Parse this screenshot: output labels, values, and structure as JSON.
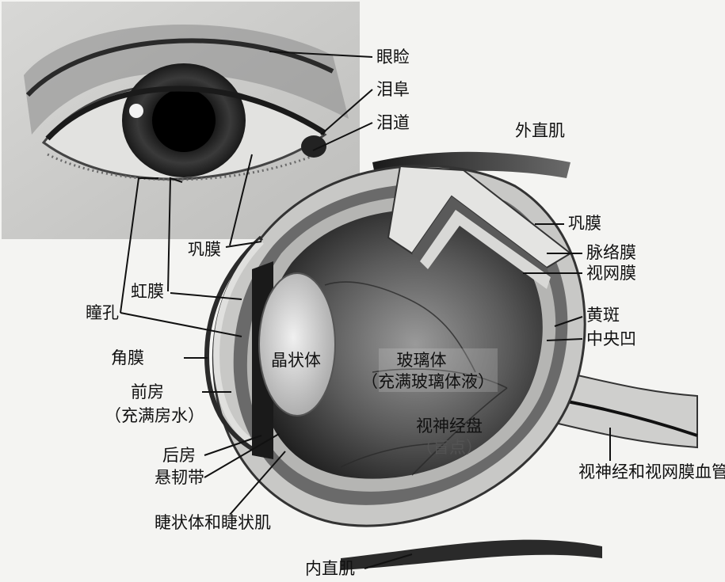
{
  "labels": {
    "eyelid": "眼睑",
    "lacrimal_caruncle": "泪阜",
    "lacrimal_duct": "泪道",
    "lateral_rectus": "外直肌",
    "sclera_right": "巩膜",
    "choroid": "脉络膜",
    "retina": "视网膜",
    "macula": "黄斑",
    "fovea": "中央凹",
    "optic_nerve_vessels": "视神经和视网膜血管",
    "sclera_left": "巩膜",
    "iris": "虹膜",
    "pupil": "瞳孔",
    "cornea": "角膜",
    "anterior_chamber": "前房",
    "anterior_chamber_note": "（充满房水）",
    "posterior_chamber": "后房",
    "zonule": "悬韧带",
    "ciliary_body": "睫状体和睫状肌",
    "medial_rectus": "内直肌",
    "lens": "晶状体",
    "vitreous": "玻璃体",
    "vitreous_note": "（充满玻璃体液）",
    "optic_disc": "视神经盘",
    "optic_disc_note": "（盲点）"
  },
  "colors": {
    "background": "#f4f4f2",
    "label_text": "#111111",
    "leader_line": "#111111",
    "sclera": "#c8c8c6",
    "choroid": "#6a6a6a",
    "vitreous": "#3a3a3a",
    "lens": "#cfcfcf"
  },
  "icons": {
    "photo_inset": "eye-photo"
  }
}
